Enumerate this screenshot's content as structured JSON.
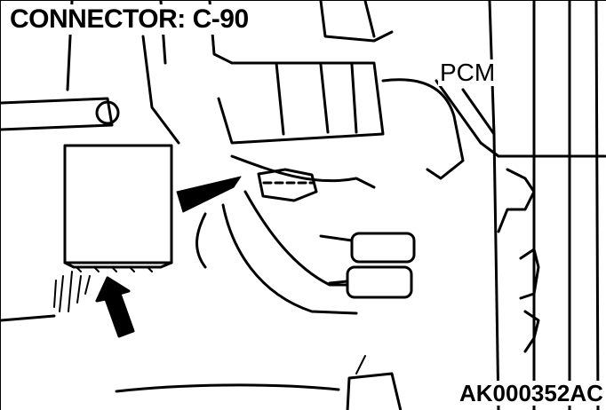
{
  "diagram": {
    "title": "CONNECTOR: C-90",
    "labels": {
      "component": "PCM"
    },
    "figure_code": "AK000352AC",
    "colors": {
      "line": "#000000",
      "background": "#ffffff"
    }
  }
}
